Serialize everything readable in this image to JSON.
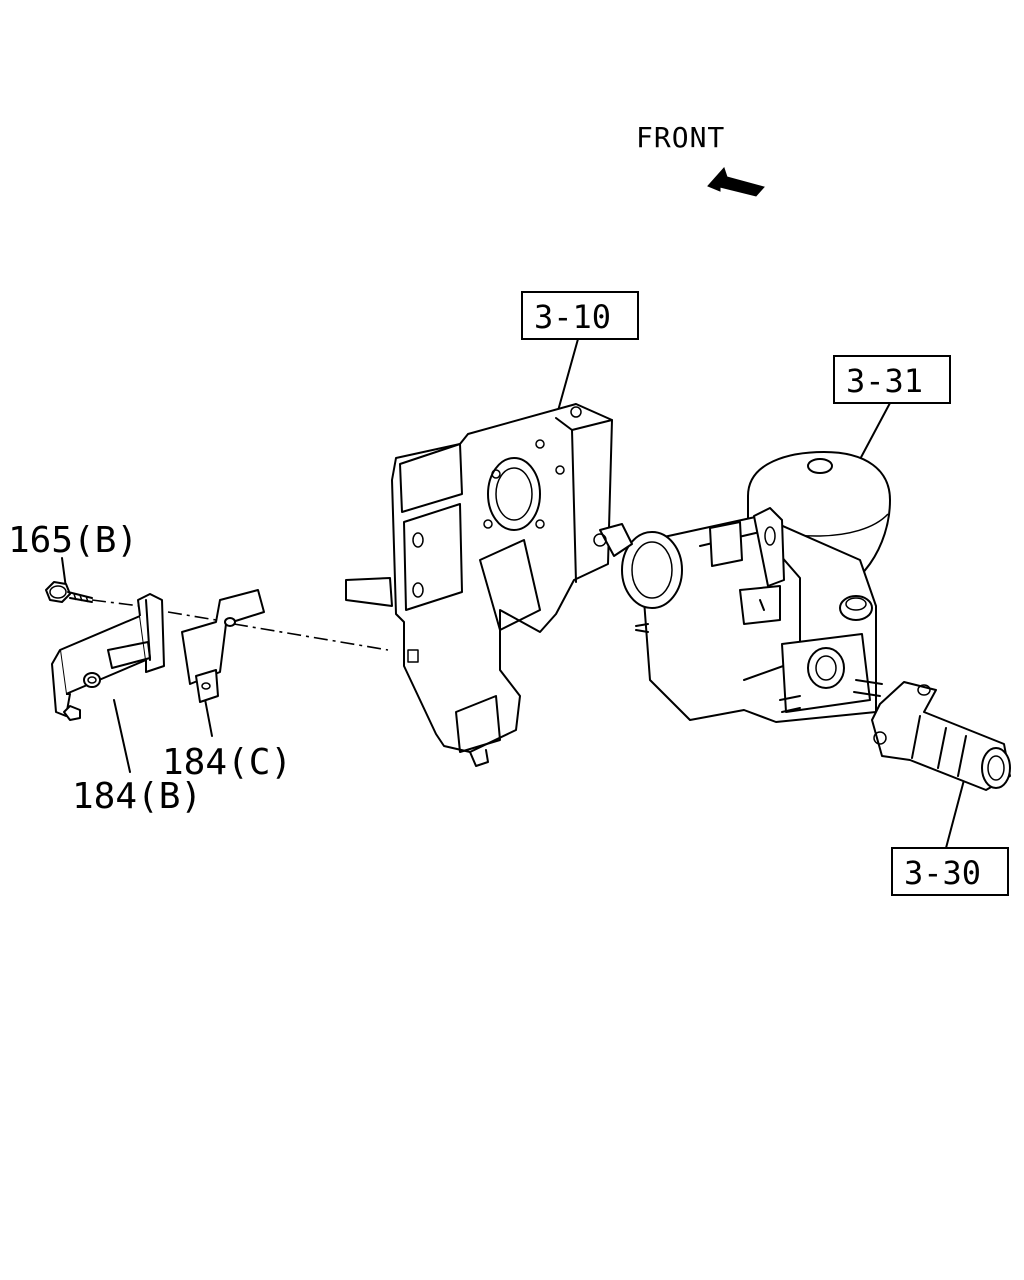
{
  "orientation": {
    "label": "FRONT",
    "icon": "front-arrow-icon"
  },
  "callouts": {
    "ref_3_10": "3-10",
    "ref_3_31": "3-31",
    "ref_3_30": "3-30",
    "part_165b": "165(B)",
    "part_184b": "184(B)",
    "part_184c": "184(C)"
  },
  "colors": {
    "ink": "#000000",
    "paper": "#ffffff"
  }
}
